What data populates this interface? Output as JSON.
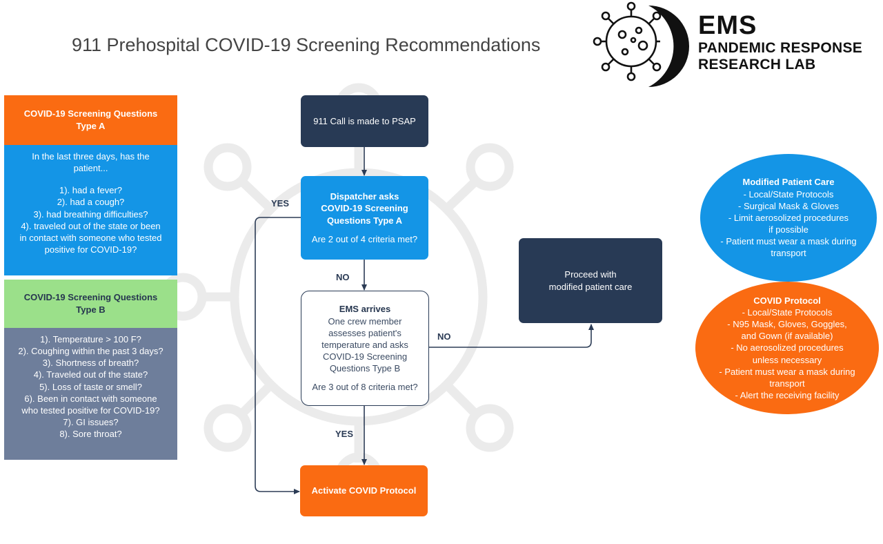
{
  "header": {
    "title": "911 Prehospital COVID-19  Screening Recommendations",
    "logo_line1": "EMS",
    "logo_line2": "PANDEMIC RESPONSE",
    "logo_line3": "RESEARCH  LAB"
  },
  "type_a": {
    "heading_line1": "COVID-19 Screening Questions",
    "heading_line2": "Type A",
    "lines": [
      "In the last three days, has the",
      "patient...",
      "",
      "1). had a fever?",
      "2). had a cough?",
      "3). had breathing difficulties?",
      "4). traveled out of the state or been",
      "in contact with someone who tested",
      "positive for COVID-19?"
    ]
  },
  "type_b": {
    "heading_line1": "COVID-19 Screening Questions",
    "heading_line2": "Type B",
    "lines": [
      "1). Temperature > 100 F?",
      "2). Coughing within the past 3 days?",
      "3). Shortness of breath?",
      "4). Traveled out of the state?",
      "5). Loss of taste or smell?",
      "6). Been in contact with someone",
      "who tested positive for COVID-19?",
      "7). GI issues?",
      "8). Sore throat?"
    ]
  },
  "flow": {
    "call": "911 Call is made to PSAP",
    "dispatcher_lines": [
      "Dispatcher asks",
      "COVID-19 Screening",
      "Questions Type A"
    ],
    "dispatcher_question": "Are 2 out of 4 criteria met?",
    "ems_heading": "EMS arrives",
    "ems_lines": [
      "One crew member",
      "assesses patient's",
      "temperature and asks",
      "COVID-19 Screening",
      "Questions Type B"
    ],
    "ems_question": "Are 3 out of 8 criteria met?",
    "proceed_line1": "Proceed with",
    "proceed_line2": "modified patient care",
    "activate": "Activate COVID Protocol",
    "yes_top": "YES",
    "no_mid": "NO",
    "no_right": "NO",
    "yes_bottom": "YES"
  },
  "modified_care": {
    "heading": "Modified Patient Care",
    "lines": [
      "- Local/State Protocols",
      "- Surgical Mask & Gloves",
      "- Limit aerosolized procedures",
      "if possible",
      "- Patient must wear a mask during",
      "transport"
    ]
  },
  "covid_protocol": {
    "heading": "COVID Protocol",
    "lines": [
      "- Local/State Protocols",
      "- N95 Mask, Gloves, Goggles,",
      "and Gown (if available)",
      "- No aerosolized procedures",
      "unless necessary",
      "- Patient must wear a mask during",
      "transport",
      "- Alert the receiving facility"
    ]
  },
  "colors": {
    "orange": "#fa6b12",
    "blue": "#1495e6",
    "navy": "#283a55",
    "slate": "#6e7e9b",
    "green": "#9be08a"
  }
}
